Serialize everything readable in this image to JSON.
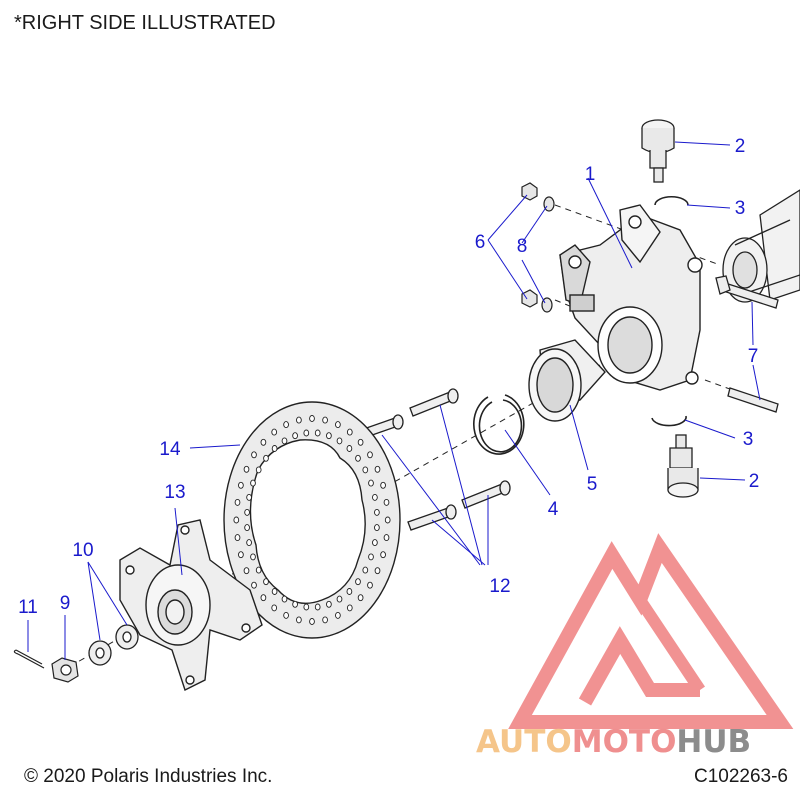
{
  "header_note": "*RIGHT SIDE ILLUSTRATED",
  "copyright": "© 2020 Polaris Industries Inc.",
  "drawing_code": "C102263-6",
  "callout_color": "#1a1acc",
  "callouts": [
    {
      "id": "1",
      "label": "1"
    },
    {
      "id": "2a",
      "label": "2"
    },
    {
      "id": "3a",
      "label": "3"
    },
    {
      "id": "6",
      "label": "6"
    },
    {
      "id": "8",
      "label": "8"
    },
    {
      "id": "7",
      "label": "7"
    },
    {
      "id": "3b",
      "label": "3"
    },
    {
      "id": "2b",
      "label": "2"
    },
    {
      "id": "5",
      "label": "5"
    },
    {
      "id": "4",
      "label": "4"
    },
    {
      "id": "14",
      "label": "14"
    },
    {
      "id": "12",
      "label": "12"
    },
    {
      "id": "13",
      "label": "13"
    },
    {
      "id": "10",
      "label": "10"
    },
    {
      "id": "11",
      "label": "11"
    },
    {
      "id": "9",
      "label": "9"
    }
  ],
  "watermark": {
    "parts": [
      {
        "text": "AUTO",
        "color": "#f5c58a"
      },
      {
        "text": "MOTO",
        "color": "#ef8f8f"
      },
      {
        "text": "HUB",
        "color": "#8c8c8c"
      }
    ],
    "logo_color": "#ef7f7f"
  }
}
